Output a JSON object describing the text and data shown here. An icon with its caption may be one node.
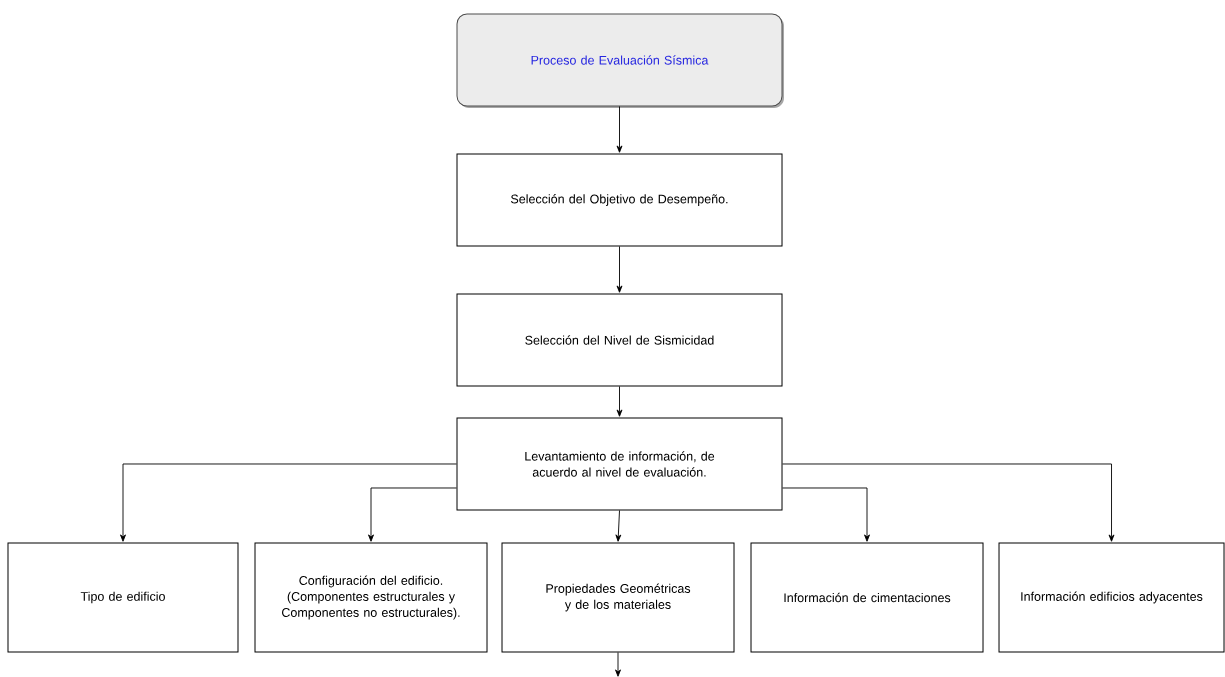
{
  "diagram": {
    "nodes": [
      {
        "text": [
          "Proceso de Evaluación Sísmica"
        ]
      },
      {
        "text": [
          "Selección del Objetivo de Desempeño."
        ]
      },
      {
        "text": [
          "Selección del Nivel de Sismicidad"
        ]
      },
      {
        "text": [
          "Levantamiento de información, de acuerdo al nivel de evaluación."
        ]
      },
      {
        "text": [
          "Tipo de edificio"
        ]
      },
      {
        "text": [
          "Configuración del edificio. (Componentes estructurales y Componentes no estructurales)."
        ]
      },
      {
        "text": [
          "Propiedades Geométricas y de los materiales"
        ]
      },
      {
        "text": [
          "Información de cimentaciones"
        ]
      },
      {
        "text": [
          "Información edificios adyacentes"
        ]
      }
    ],
    "edges": [
      {
        "from": 0,
        "to": 1,
        "arrow": "to"
      },
      {
        "from": 1,
        "to": 2,
        "arrow": "to"
      },
      {
        "from": 2,
        "to": 3,
        "arrow": "to"
      },
      {
        "from": 3,
        "to": 4,
        "arrow": "to"
      },
      {
        "from": 3,
        "to": 5,
        "arrow": "to"
      },
      {
        "from": 3,
        "to": 6,
        "arrow": "to"
      },
      {
        "from": 3,
        "to": 7,
        "arrow": "to"
      },
      {
        "from": 3,
        "to": 8,
        "arrow": "to"
      },
      {
        "from": 6,
        "to": null,
        "arrow": "to"
      }
    ]
  }
}
